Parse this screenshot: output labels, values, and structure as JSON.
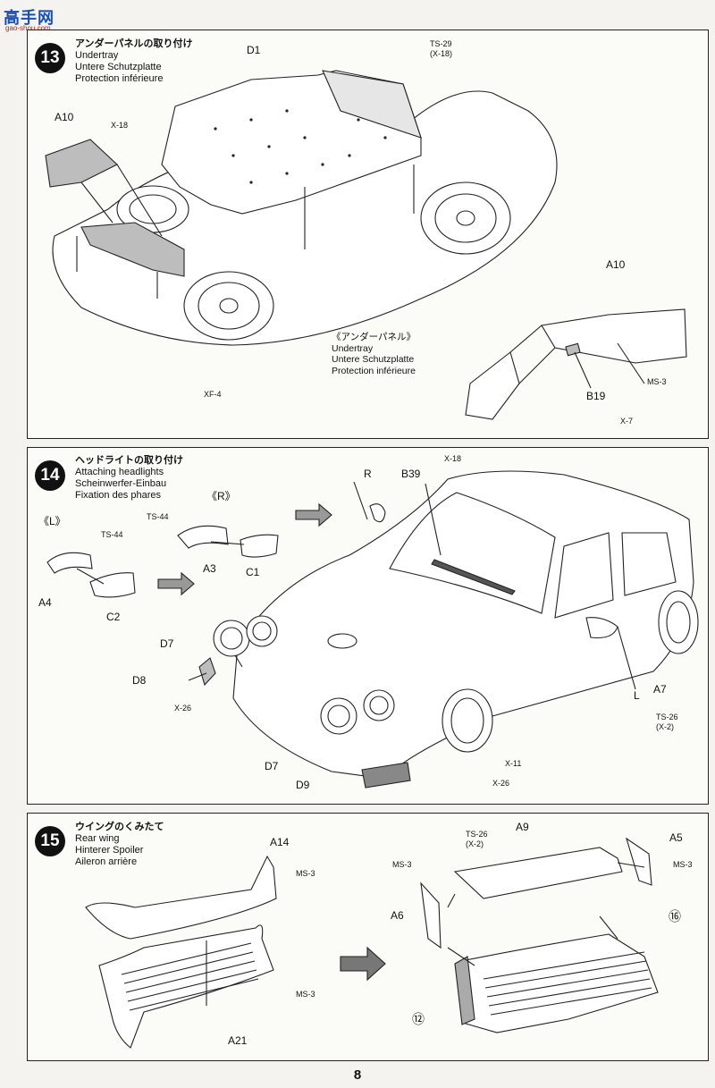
{
  "watermark": {
    "logo_text": "高手网",
    "url": "gao-shou.com"
  },
  "steps": [
    {
      "number": "13",
      "title_jp": "アンダーパネルの取り付け",
      "title_en": "Undertray",
      "title_de": "Untere Schutzplatte",
      "title_fr": "Protection inférieure",
      "labels": {
        "d1": "D1",
        "a10_top": "A10",
        "a10_right": "A10",
        "b19": "B19"
      },
      "screws": {
        "ts29": "TS-29",
        "ts29_x": "(X-18)",
        "x18": "X-18",
        "xf4": "XF-4",
        "ms3": "MS-3",
        "x7": "X-7"
      },
      "caption_jp": "《アンダーパネル》",
      "caption_en": "Undertray",
      "caption_de": "Untere Schutzplatte",
      "caption_fr": "Protection inférieure"
    },
    {
      "number": "14",
      "title_jp": "ヘッドライトの取り付け",
      "title_en": "Attaching headlights",
      "title_de": "Scheinwerfer-Einbau",
      "title_fr": "Fixation des phares",
      "side_l": "《L》",
      "side_r": "《R》",
      "labels": {
        "a4": "A4",
        "c2": "C2",
        "a3": "A3",
        "c1": "C1",
        "r": "R",
        "b39": "B39",
        "l": "L",
        "d7_top": "D7",
        "d8": "D8",
        "d7_bottom": "D7",
        "d9": "D9",
        "a7": "A7"
      },
      "screws": {
        "ts44_l": "TS-44",
        "ts44_r": "TS-44",
        "x18": "X-18",
        "x26_left": "X-26",
        "ts26": "TS-26",
        "ts26_x": "(X-2)",
        "x11": "X-11",
        "x26_bottom": "X-26"
      }
    },
    {
      "number": "15",
      "title_jp": "ウイングのくみたて",
      "title_en": "Rear wing",
      "title_de": "Hinterer Spoiler",
      "title_fr": "Aileron arrière",
      "labels": {
        "a14": "A14",
        "a21": "A21",
        "a9": "A9",
        "a5": "A5",
        "a6": "A6"
      },
      "screws": {
        "ms3_top": "MS-3",
        "ms3_bottom": "MS-3",
        "ts26": "TS-26",
        "ts26_x": "(X-2)",
        "ms3_left": "MS-3",
        "ms3_right": "MS-3"
      },
      "refs": {
        "ref16": "⑯",
        "ref12": "⑫"
      }
    }
  ],
  "page_number": "8"
}
